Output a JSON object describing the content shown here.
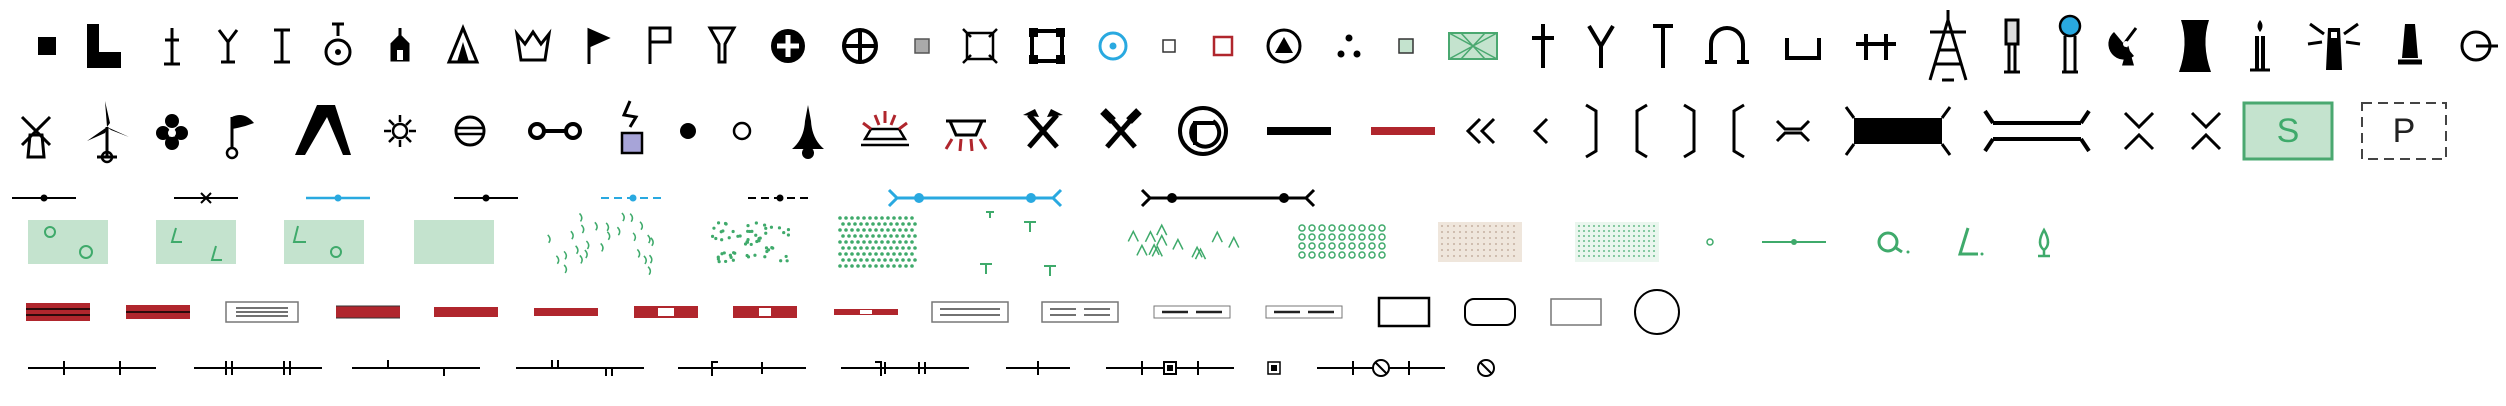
{
  "colors": {
    "black": "#000000",
    "blue": "#29a9e0",
    "red": "#b0262d",
    "green": "#3faa6b",
    "green_fill": "#c4e3ce",
    "green_stroke": "#4aa870",
    "grey": "#777777",
    "tan": "#efe6dc",
    "lavender": "#a7a4d8"
  },
  "text_labels": {
    "s_box": "S",
    "p_box": "P"
  },
  "rows": {
    "row1": [
      "square-point",
      "l-shape",
      "small-cross",
      "y-symbol",
      "t-symbol",
      "monument-circle",
      "chapel",
      "tent",
      "crown",
      "flag",
      "flag-outline",
      "funnel",
      "circle-cross-white",
      "circle-cross-outline",
      "small-grey-square",
      "square-x-frame",
      "square-frame-bold",
      "blue-target-circle",
      "small-square-outline",
      "red-square",
      "triangle-circle",
      "three-dots",
      "small-green-square",
      "green-hatched-box",
      "large-cross",
      "large-y",
      "large-t",
      "arch",
      "trough",
      "double-cross-bar",
      "power-tower",
      "grey-monument",
      "blue-beacon",
      "satellite-dish",
      "cooling-tower",
      "candle-tower",
      "lighthouse",
      "bollard",
      "circle-dash"
    ],
    "row2": [
      "windmill",
      "wind-turbine",
      "flower-cross",
      "flag-pole",
      "ramp",
      "sun-burst",
      "circle-dash-line",
      "link-chain",
      "lavender-lightning",
      "filled-dot",
      "hollow-dot",
      "bell-cone",
      "red-glow-lamp",
      "lamp-rays",
      "crossed-hammers",
      "crossed-swords",
      "circled-arrow",
      "black-bar",
      "red-bar",
      "double-chevron",
      "single-chevron",
      "bracket-right",
      "bracket-left",
      "bracket-right-2",
      "bracket-left-2",
      "bridge-small",
      "bridge-black",
      "bridge-outline",
      "chevron-down",
      "chevron-up",
      "green-s-box",
      "dashed-p-box"
    ],
    "row3": [
      "line-dot-black",
      "line-x-black",
      "line-dot-blue",
      "line-dot-black-2",
      "dashed-blue-dot",
      "dashed-black-dot",
      "blue-ends",
      "black-ends",
      "area-circles",
      "area-triangles",
      "area-tree-mix",
      "area-plain",
      "reed-marsh",
      "dot-scatter",
      "green-dot-grid",
      "palm-scatter",
      "grass-tufts",
      "green-circle-grid",
      "tan-dotted",
      "light-green-dotted",
      "tiny-circle",
      "dot-line-green",
      "green-q",
      "green-triangle",
      "green-tree"
    ],
    "row4": [
      "red-triple-road",
      "red-double-road",
      "grey-triple-box",
      "red-road",
      "red-road-2",
      "red-road-3",
      "red-road-bridge",
      "red-road-bridge-2",
      "red-road-thin",
      "grey-double-box",
      "grey-double-box-2",
      "grey-dash-box",
      "grey-dash-box-2",
      "black-rect",
      "rounded-rect",
      "grey-rect",
      "black-circle"
    ],
    "row5": [
      "rail-ticks",
      "rail-double-ticks",
      "rail-offset-ticks",
      "rail-mixed",
      "rail-f",
      "rail-gate",
      "rail-short",
      "rail-station",
      "small-box",
      "rail-crossed-circle",
      "crossed-circle"
    ]
  }
}
